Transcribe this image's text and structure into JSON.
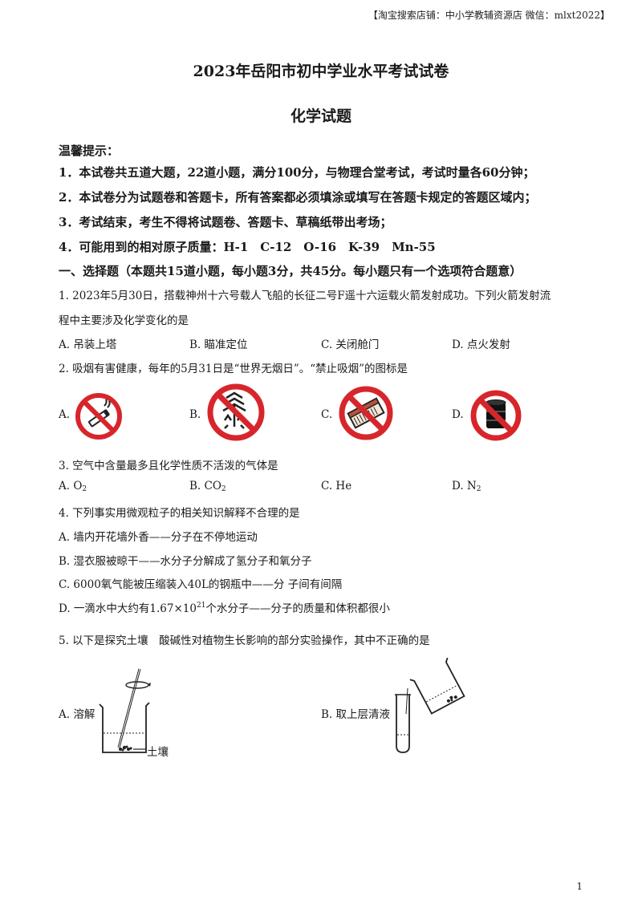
{
  "header_note": "【淘宝搜索店铺：中小学教辅资源店 微信：mlxt2022】",
  "title": "2023年岳阳市初中学业水平考试试卷",
  "subtitle": "化学试题",
  "tips": {
    "heading": "温馨提示：",
    "items": [
      "1．本试卷共五道大题，22道小题，满分100分，与物理合堂考试，考试时量各60分钟；",
      "2．本试卷分为试题卷和答题卡，所有答案都必须填涂或填写在答题卡规定的答题区域内；",
      "3．考试结束，考生不得将试题卷、答题卡、草稿纸带出考场；",
      "4．可能用到的相对原子质量：H-1　C-12　O-16　K-39　Mn-55"
    ]
  },
  "section1": "一、选择题（本题共15道小题，每小题3分，共45分。每小题只有一个选项符合题意）",
  "q1": {
    "line1": "1. 2023年5月30日，搭载神州十六号载人飞船的长征二号F遥十六运载火箭发射成功。下列火箭发射流",
    "line2": "程中主要涉及化学变化的是",
    "options": [
      "A.  吊装上塔",
      "B.  瞄准定位",
      "C.  关闭舱门",
      "D.  点火发射"
    ]
  },
  "q2": {
    "text": "2. 吸烟有害健康，每年的5月31日是“世界无烟日”。“禁止吸烟”的图标是",
    "labels": [
      "A.",
      "B.",
      "C.",
      "D."
    ],
    "icon_color": "#d7262b"
  },
  "q3": {
    "text": "3. 空气中含量最多且化学性质不活泼的气体是",
    "options": [
      {
        "prefix": "A.  O",
        "sub": "2"
      },
      {
        "prefix": "B.  CO",
        "sub": "2"
      },
      {
        "prefix": "C.  He",
        "sub": ""
      },
      {
        "prefix": "D.  N",
        "sub": "2"
      }
    ]
  },
  "q4": {
    "text": "4. 下列事实用微观粒子的相关知识解释不合理的是",
    "a": "A. 墙内开花墙外香——分子在不停地运动",
    "b": "B. 湿衣服被晾干——水分子分解成了氢分子和氧分子",
    "c": "C. 6000氧气能被压缩装入40L的钢瓶中——分  子间有间隔",
    "d_pre": "D. 一滴水中大约有1.67×10",
    "d_sup": "21",
    "d_post": "个水分子——分子的质量和体积都很小"
  },
  "q5": {
    "text": "5. 以下是探究土壤　酸碱性对植物生长影响的部分实验操作，其中不正确的是",
    "a_label": "A. 溶解",
    "soil_label": "土壤",
    "b_label": "B. 取上层清液"
  },
  "page_number": "1"
}
